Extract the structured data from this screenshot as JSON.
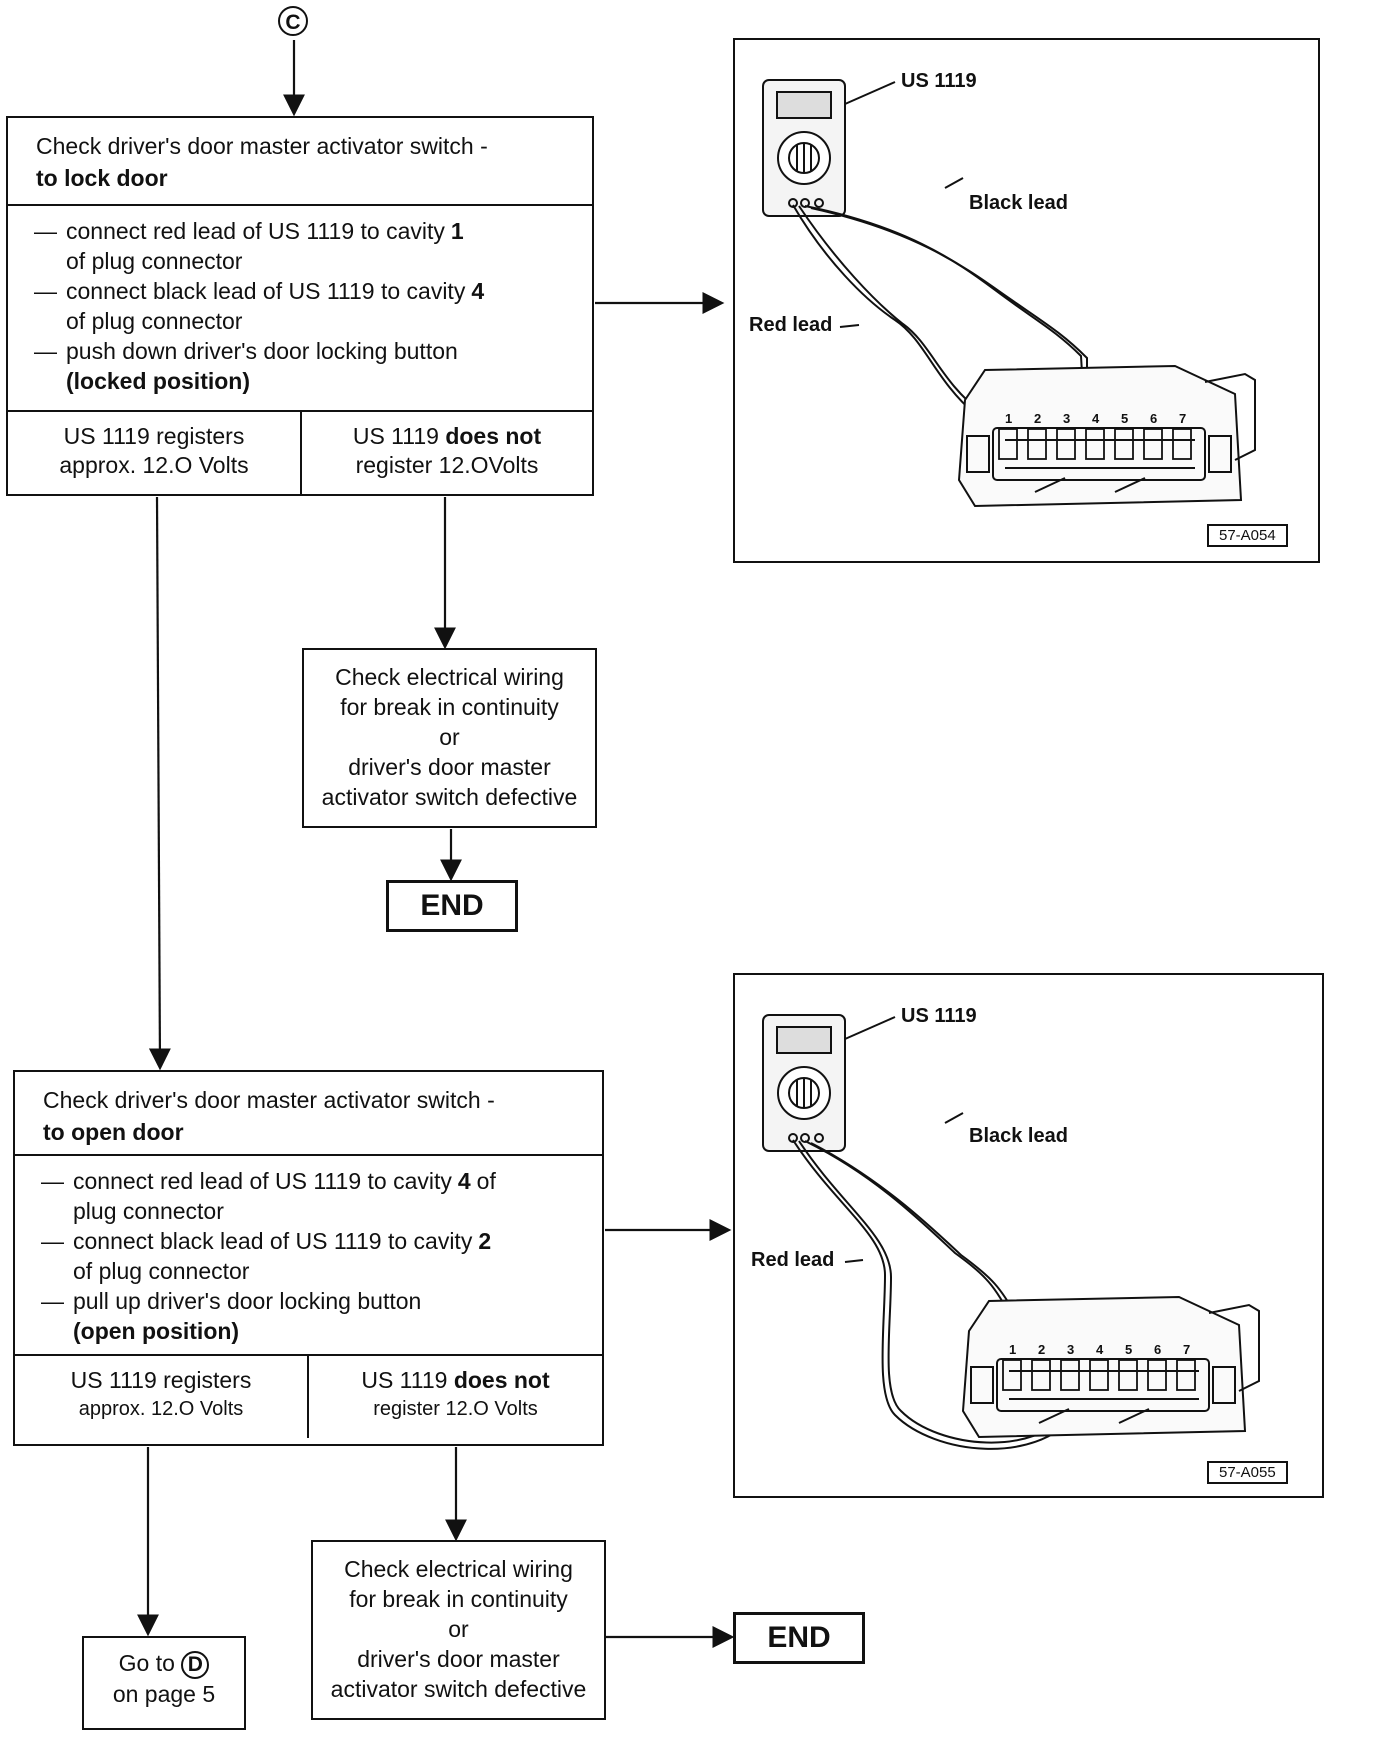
{
  "start_connector": "C",
  "block1": {
    "title_line1": "Check driver's door master activator switch -",
    "title_line2": "to lock door",
    "steps": [
      {
        "dash": "—",
        "text": "connect red lead of US 1119 to cavity",
        "bold": "1"
      },
      {
        "dash": "",
        "text": "of plug connector",
        "bold": ""
      },
      {
        "dash": "—",
        "text": "connect black lead of US 1119 to cavity",
        "bold": "4"
      },
      {
        "dash": "",
        "text": "of plug connector",
        "bold": ""
      },
      {
        "dash": "—",
        "text": "push down driver's door locking button",
        "bold": ""
      },
      {
        "dash": "",
        "text": "",
        "bold": "(locked position)"
      }
    ],
    "result_yes_line1": "US 1119 registers",
    "result_yes_line2": "approx. 12.O Volts",
    "result_no_line1a": "US 1119 ",
    "result_no_line1b": "does not",
    "result_no_line2": "register 12.OVolts"
  },
  "check1": {
    "line1": "Check electrical wiring",
    "line2": "for break in continuity",
    "line3": "or",
    "line4": "driver's door master",
    "line5": "activator switch defective"
  },
  "end1": "END",
  "block2": {
    "title_line1": "Check driver's door master activator switch -",
    "title_line2": "to open door",
    "steps": [
      {
        "dash": "—",
        "text": "connect red lead of US 1119 to cavity",
        "bold": "4",
        "after": "of"
      },
      {
        "dash": "",
        "text": "plug connector",
        "bold": "",
        "after": ""
      },
      {
        "dash": "—",
        "text": "connect black lead of US 1119 to cavity",
        "bold": "2",
        "after": ""
      },
      {
        "dash": "",
        "text": "of plug connector",
        "bold": "",
        "after": ""
      },
      {
        "dash": "—",
        "text": "pull up driver's door locking button",
        "bold": "",
        "after": ""
      },
      {
        "dash": "",
        "text": "",
        "bold": "(open position)",
        "after": ""
      }
    ],
    "result_yes_line1": "US 1119 registers",
    "result_yes_line2": "approx. 12.O Volts",
    "result_no_line1a": "US 1119 ",
    "result_no_line1b": "does not",
    "result_no_line2": "register 12.O Volts"
  },
  "check2": {
    "line1": "Check electrical wiring",
    "line2": "for break in continuity",
    "line3": "or",
    "line4": "driver's door master",
    "line5": "activator switch defective"
  },
  "end2": "END",
  "goto": {
    "prefix": "Go to",
    "connector": "D",
    "line2": "on page 5"
  },
  "figure1": {
    "tool_label": "US 1119",
    "black_label": "Black lead",
    "red_label": "Red lead",
    "ref": "57-A054",
    "pins": [
      "1",
      "2",
      "3",
      "4",
      "5",
      "6",
      "7"
    ]
  },
  "figure2": {
    "tool_label": "US 1119",
    "black_label": "Black lead",
    "red_label": "Red lead",
    "ref": "57-A055",
    "pins": [
      "1",
      "2",
      "3",
      "4",
      "5",
      "6",
      "7"
    ]
  }
}
